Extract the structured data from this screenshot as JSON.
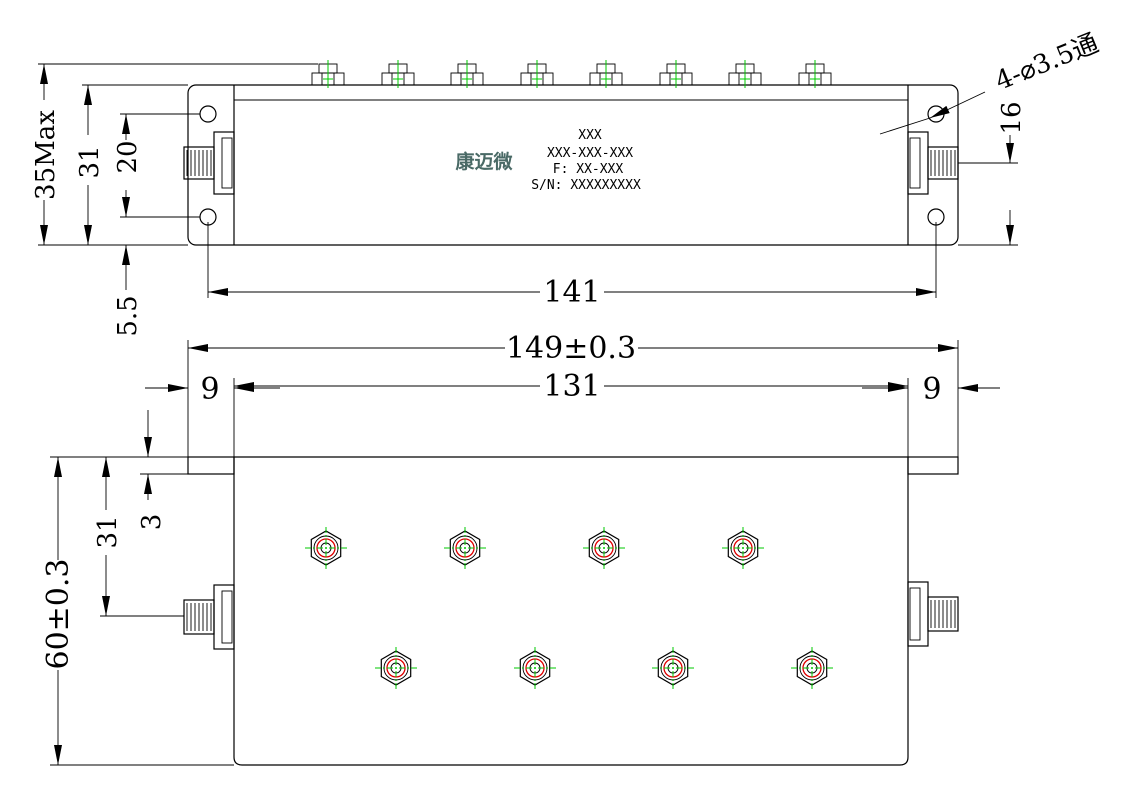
{
  "colors": {
    "line": "#000000",
    "brand": "#4a6a66",
    "center_mark": "#00c800",
    "inner_ring": "#e00000"
  },
  "label": {
    "brand": "康迈微",
    "line1": "XXX",
    "line2": "XXX-XXX-XXX",
    "line3": "F: XX-XXX",
    "line4": "S/N: XXXXXXXXX"
  },
  "dimensions": {
    "top_height_max": "35Max",
    "top_body_height": "31",
    "top_hole_spacing": "20",
    "top_hole_offset": "5.5",
    "top_hole_span": "141",
    "top_connector_height": "16",
    "holes_note": "4-⌀3.5通",
    "overall_length": "149±0.3",
    "body_length": "131",
    "flange_left": "9",
    "flange_right": "9",
    "flange_thickness": "3",
    "connector_offset": "31",
    "overall_width": "60±0.3"
  },
  "icons": {
    "connector": "sma-connector-icon",
    "tuning_screw": "tuning-screw-icon",
    "mount_hole": "mount-hole-icon"
  }
}
